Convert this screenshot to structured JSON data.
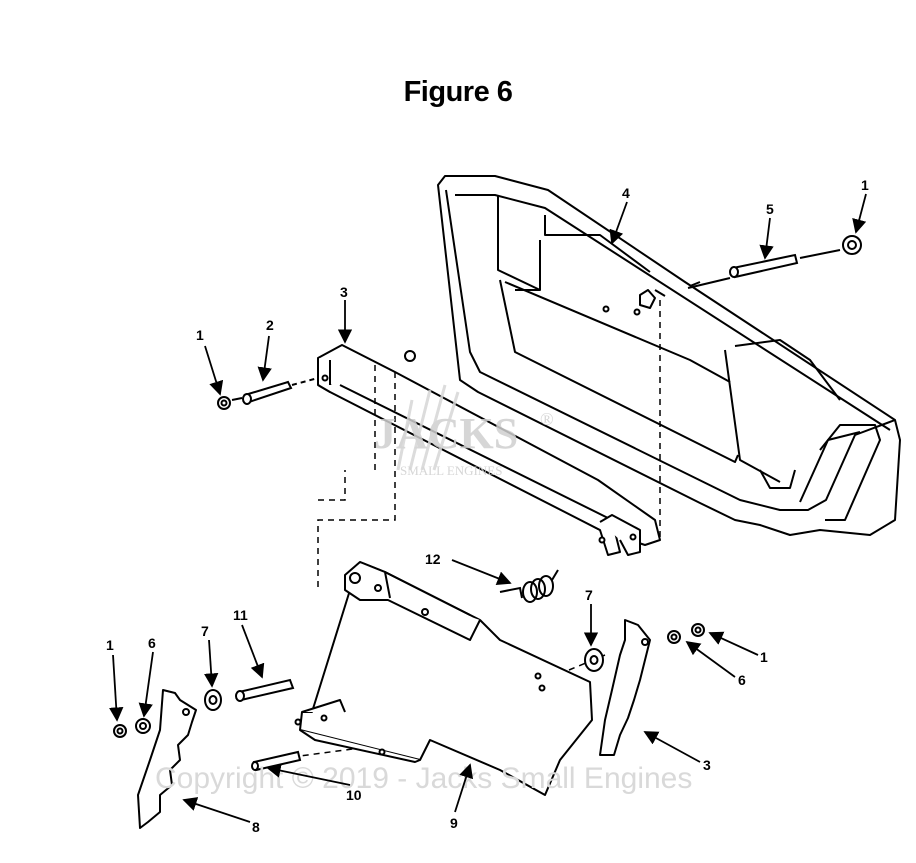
{
  "title": "Figure 6",
  "callouts": {
    "c1_left_top": "1",
    "c2": "2",
    "c3_top": "3",
    "c4": "4",
    "c5": "5",
    "c1_right_top": "1",
    "c12": "12",
    "c7_right": "7",
    "c1_right_bottom": "1",
    "c6_right": "6",
    "c3_bottom": "3",
    "c11": "11",
    "c7_left": "7",
    "c6_left": "6",
    "c1_left_bottom": "1",
    "c10": "10",
    "c9": "9",
    "c8": "8"
  },
  "watermark": {
    "copyright": "Copyright © 2019 - Jacks Small Engines",
    "logo_main": "JACKS",
    "logo_sub": "SMALL ENGINES",
    "logo_mark": "®"
  },
  "colors": {
    "line": "#000000",
    "watermark": "#d0d0d0"
  }
}
